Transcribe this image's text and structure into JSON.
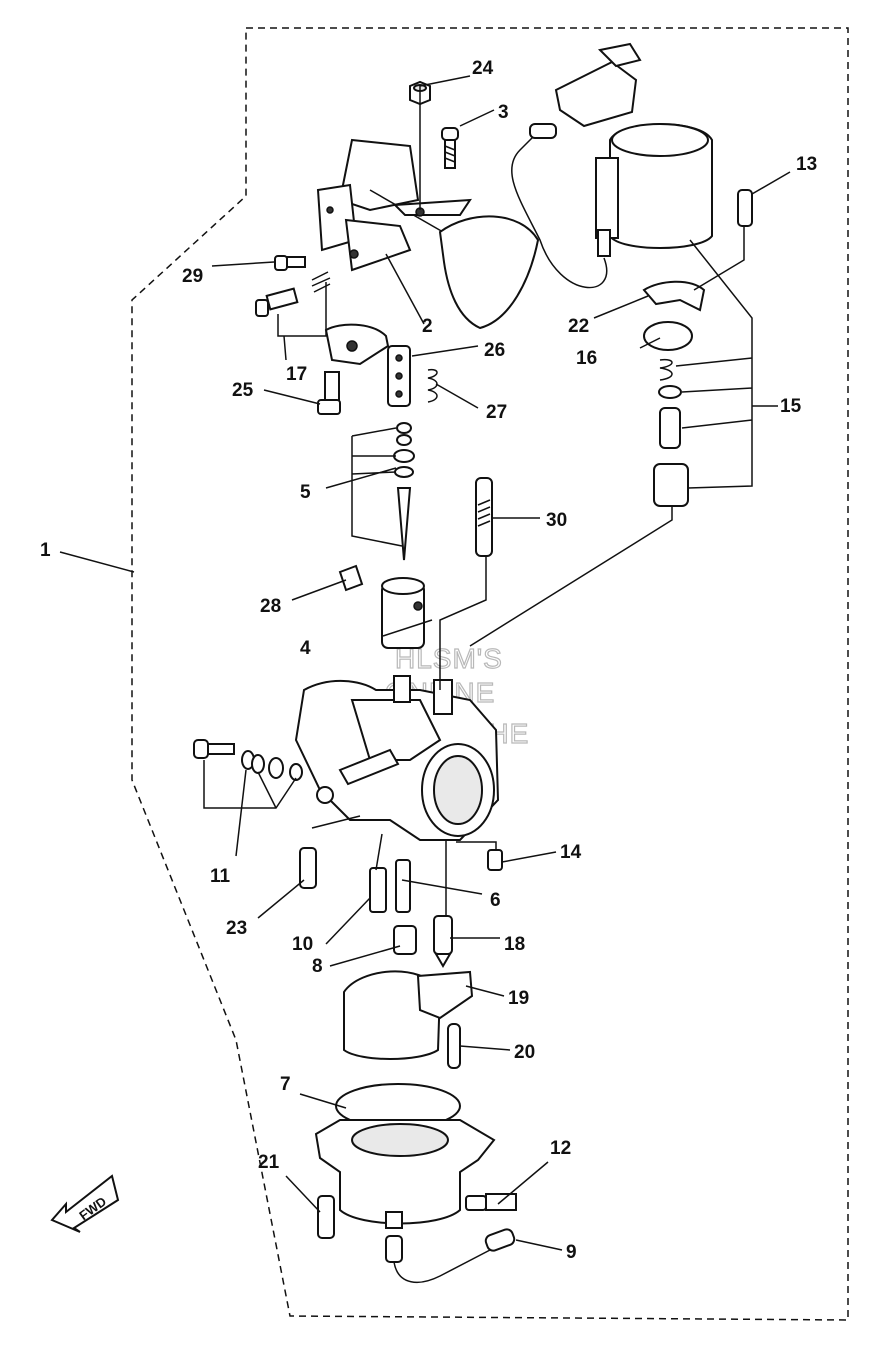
{
  "diagram": {
    "part_labels": [
      "1",
      "2",
      "3",
      "4",
      "5",
      "6",
      "7",
      "8",
      "9",
      "10",
      "11",
      "12",
      "13",
      "14",
      "15",
      "16",
      "17",
      "18",
      "19",
      "20",
      "21",
      "22",
      "23",
      "24",
      "25",
      "26",
      "27",
      "28",
      "29",
      "30"
    ],
    "watermark": [
      "HLSM'S",
      "ONLINE",
      "MICROFICHE"
    ],
    "direction_arrow_label": "FWD"
  }
}
